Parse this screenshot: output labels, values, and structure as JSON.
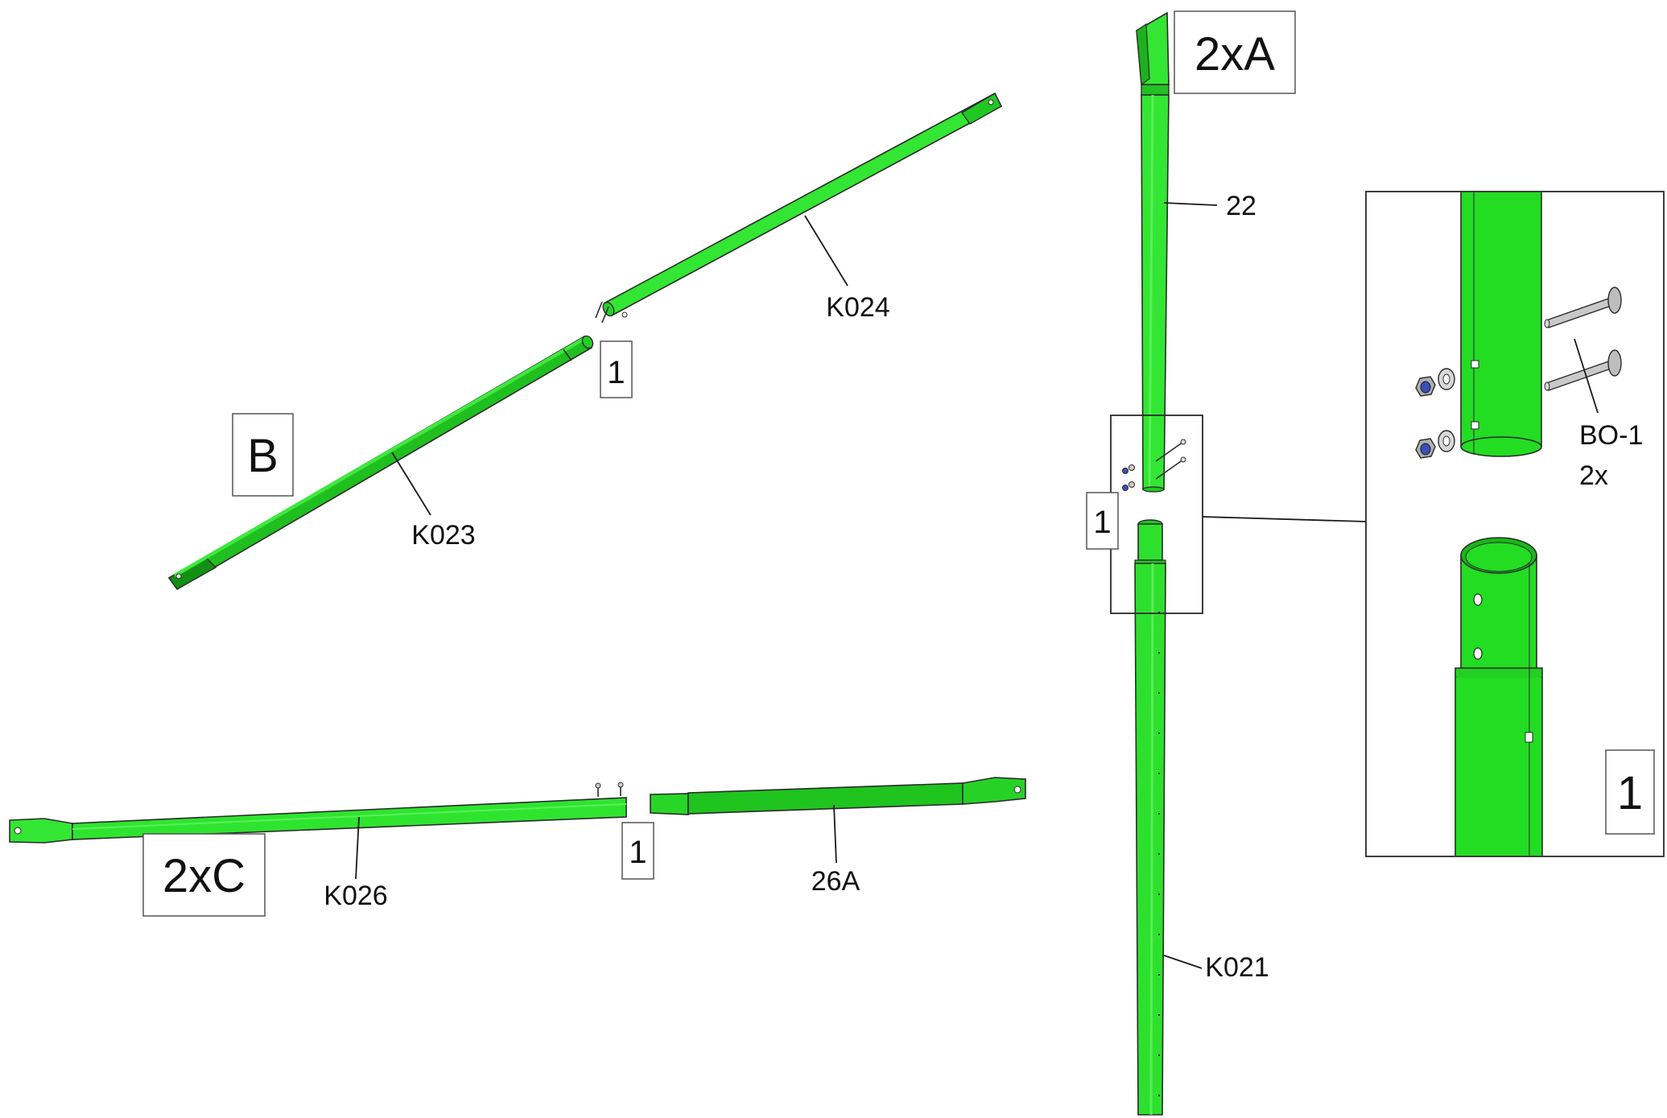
{
  "labels": {
    "group_b": "B",
    "group_a": "2xA",
    "group_c": "2xC",
    "step_b": "1",
    "step_a": "1",
    "step_c": "1",
    "detail_step": "1",
    "part_k023": "K023",
    "part_k024": "K024",
    "part_22": "22",
    "part_k021": "K021",
    "part_k026": "K026",
    "part_26a": "26A",
    "bolt": "BO-1",
    "bolt_qty": "2x"
  },
  "colors": {
    "tube_green": "#22e322",
    "tube_dark": "#18a818",
    "outline": "#2a2a2a",
    "nut_blue": "#3b4fb8"
  }
}
